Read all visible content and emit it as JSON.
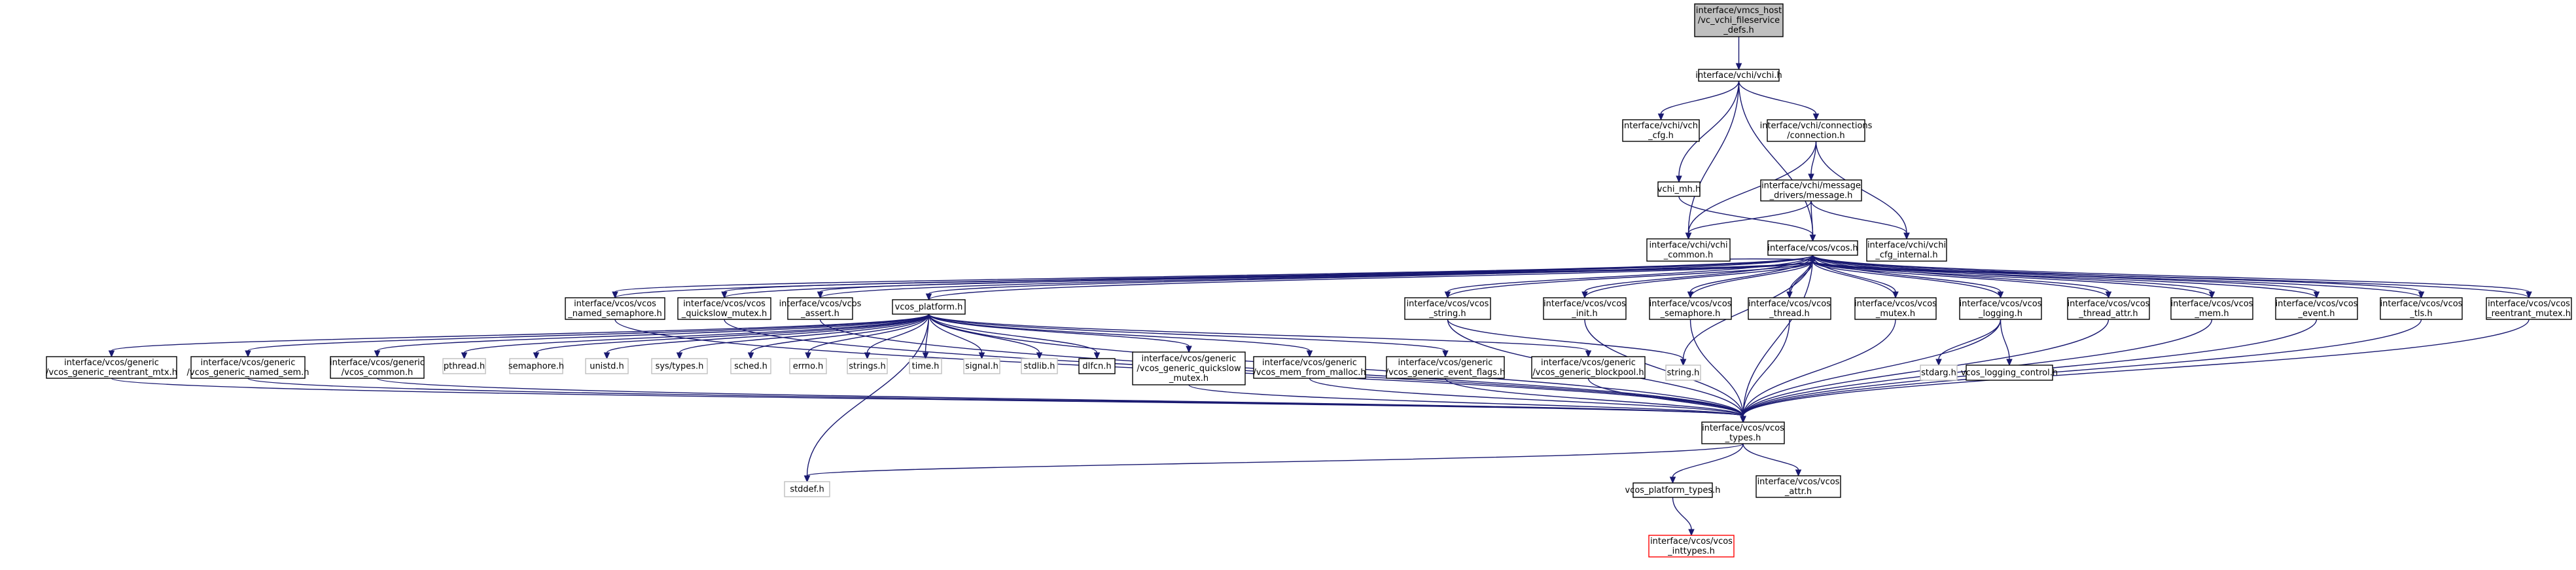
{
  "colors": {
    "edge": "#191970",
    "node_border": "#000000",
    "root_fill": "#bfbfbf",
    "missing_border": "#bfbfbf",
    "broken_border": "#ff0000",
    "node_fill": "#ffffff"
  },
  "nodes": [
    {
      "id": "root",
      "lines": [
        "interface/vmcs_host",
        "/vc_vchi_fileservice",
        "_defs.h"
      ],
      "style": "root"
    },
    {
      "id": "vchi",
      "lines": [
        "interface/vchi/vchi.h"
      ],
      "style": "normal"
    },
    {
      "id": "vchi_cfg",
      "lines": [
        "interface/vchi/vchi",
        "_cfg.h"
      ],
      "style": "normal"
    },
    {
      "id": "connection",
      "lines": [
        "interface/vchi/connections",
        "/connection.h"
      ],
      "style": "normal"
    },
    {
      "id": "message",
      "lines": [
        "interface/vchi/message",
        "_drivers/message.h"
      ],
      "style": "normal"
    },
    {
      "id": "vchi_mh",
      "lines": [
        "vchi_mh.h"
      ],
      "style": "normal"
    },
    {
      "id": "vchi_common",
      "lines": [
        "interface/vchi/vchi",
        "_common.h"
      ],
      "style": "normal"
    },
    {
      "id": "vcos",
      "lines": [
        "interface/vcos/vcos.h"
      ],
      "style": "normal"
    },
    {
      "id": "cfg_internal",
      "lines": [
        "interface/vchi/vchi",
        "_cfg_internal.h"
      ],
      "style": "normal"
    },
    {
      "id": "named_sem",
      "lines": [
        "interface/vcos/vcos",
        "_named_semaphore.h"
      ],
      "style": "normal"
    },
    {
      "id": "quickslow",
      "lines": [
        "interface/vcos/vcos",
        "_quickslow_mutex.h"
      ],
      "style": "normal"
    },
    {
      "id": "assert",
      "lines": [
        "interface/vcos/vcos",
        "_assert.h"
      ],
      "style": "normal"
    },
    {
      "id": "platform",
      "lines": [
        "vcos_platform.h"
      ],
      "style": "normal"
    },
    {
      "id": "vstring",
      "lines": [
        "interface/vcos/vcos",
        "_string.h"
      ],
      "style": "normal"
    },
    {
      "id": "init",
      "lines": [
        "interface/vcos/vcos",
        "_init.h"
      ],
      "style": "normal"
    },
    {
      "id": "semaphore",
      "lines": [
        "interface/vcos/vcos",
        "_semaphore.h"
      ],
      "style": "normal"
    },
    {
      "id": "thread",
      "lines": [
        "interface/vcos/vcos",
        "_thread.h"
      ],
      "style": "normal"
    },
    {
      "id": "mutex",
      "lines": [
        "interface/vcos/vcos",
        "_mutex.h"
      ],
      "style": "normal"
    },
    {
      "id": "logging",
      "lines": [
        "interface/vcos/vcos",
        "_logging.h"
      ],
      "style": "normal"
    },
    {
      "id": "thread_attr",
      "lines": [
        "interface/vcos/vcos",
        "_thread_attr.h"
      ],
      "style": "normal"
    },
    {
      "id": "mem",
      "lines": [
        "interface/vcos/vcos",
        "_mem.h"
      ],
      "style": "normal"
    },
    {
      "id": "event",
      "lines": [
        "interface/vcos/vcos",
        "_event.h"
      ],
      "style": "normal"
    },
    {
      "id": "tls",
      "lines": [
        "interface/vcos/vcos",
        "_tls.h"
      ],
      "style": "normal"
    },
    {
      "id": "reentrant",
      "lines": [
        "interface/vcos/vcos",
        "_reentrant_mutex.h"
      ],
      "style": "normal"
    },
    {
      "id": "gen_reentrant",
      "lines": [
        "interface/vcos/generic",
        "/vcos_generic_reentrant_mtx.h"
      ],
      "style": "normal"
    },
    {
      "id": "gen_named_sem",
      "lines": [
        "interface/vcos/generic",
        "/vcos_generic_named_sem.h"
      ],
      "style": "normal"
    },
    {
      "id": "gen_common",
      "lines": [
        "interface/vcos/generic",
        "/vcos_common.h"
      ],
      "style": "normal"
    },
    {
      "id": "pthread",
      "lines": [
        "pthread.h"
      ],
      "style": "missing"
    },
    {
      "id": "semaphore_h",
      "lines": [
        "semaphore.h"
      ],
      "style": "missing"
    },
    {
      "id": "unistd",
      "lines": [
        "unistd.h"
      ],
      "style": "missing"
    },
    {
      "id": "systypes",
      "lines": [
        "sys/types.h"
      ],
      "style": "missing"
    },
    {
      "id": "sched",
      "lines": [
        "sched.h"
      ],
      "style": "missing"
    },
    {
      "id": "errno",
      "lines": [
        "errno.h"
      ],
      "style": "missing"
    },
    {
      "id": "strings",
      "lines": [
        "strings.h"
      ],
      "style": "missing"
    },
    {
      "id": "time",
      "lines": [
        "time.h"
      ],
      "style": "missing"
    },
    {
      "id": "signal",
      "lines": [
        "signal.h"
      ],
      "style": "missing"
    },
    {
      "id": "stdlib",
      "lines": [
        "stdlib.h"
      ],
      "style": "missing"
    },
    {
      "id": "dlfcn",
      "lines": [
        "dlfcn.h"
      ],
      "style": "normal"
    },
    {
      "id": "gen_quickslow",
      "lines": [
        "interface/vcos/generic",
        "/vcos_generic_quickslow",
        "_mutex.h"
      ],
      "style": "normal"
    },
    {
      "id": "gen_mem_malloc",
      "lines": [
        "interface/vcos/generic",
        "/vcos_mem_from_malloc.h"
      ],
      "style": "normal"
    },
    {
      "id": "gen_event_flags",
      "lines": [
        "interface/vcos/generic",
        "/vcos_generic_event_flags.h"
      ],
      "style": "normal"
    },
    {
      "id": "gen_blockpool",
      "lines": [
        "interface/vcos/generic",
        "/vcos_generic_blockpool.h"
      ],
      "style": "normal"
    },
    {
      "id": "string_h",
      "lines": [
        "string.h"
      ],
      "style": "missing"
    },
    {
      "id": "stdarg",
      "lines": [
        "stdarg.h"
      ],
      "style": "missing"
    },
    {
      "id": "log_control",
      "lines": [
        "vcos_logging_control.h"
      ],
      "style": "normal"
    },
    {
      "id": "vcos_types",
      "lines": [
        "interface/vcos/vcos",
        "_types.h"
      ],
      "style": "normal"
    },
    {
      "id": "stddef",
      "lines": [
        "stddef.h"
      ],
      "style": "missing"
    },
    {
      "id": "platform_types",
      "lines": [
        "vcos_platform_types.h"
      ],
      "style": "normal"
    },
    {
      "id": "attr",
      "lines": [
        "interface/vcos/vcos",
        "_attr.h"
      ],
      "style": "normal"
    },
    {
      "id": "inttypes",
      "lines": [
        "interface/vcos/vcos",
        "_inttypes.h"
      ],
      "style": "broken"
    }
  ],
  "edges": [
    [
      "root",
      "vchi"
    ],
    [
      "vchi",
      "vchi_cfg"
    ],
    [
      "vchi",
      "connection"
    ],
    [
      "vchi",
      "vchi_mh"
    ],
    [
      "vchi",
      "vchi_common"
    ],
    [
      "vchi",
      "vcos"
    ],
    [
      "connection",
      "message"
    ],
    [
      "connection",
      "vchi_common"
    ],
    [
      "connection",
      "cfg_internal"
    ],
    [
      "message",
      "vchi_common"
    ],
    [
      "message",
      "vcos"
    ],
    [
      "message",
      "cfg_internal"
    ],
    [
      "vchi_mh",
      "vcos"
    ],
    [
      "vchi_common",
      "vcos"
    ],
    [
      "vcos",
      "named_sem"
    ],
    [
      "vcos",
      "quickslow"
    ],
    [
      "vcos",
      "assert"
    ],
    [
      "vcos",
      "platform"
    ],
    [
      "vcos",
      "vstring"
    ],
    [
      "vcos",
      "init"
    ],
    [
      "vcos",
      "semaphore"
    ],
    [
      "vcos",
      "thread"
    ],
    [
      "vcos",
      "mutex"
    ],
    [
      "vcos",
      "logging"
    ],
    [
      "vcos",
      "thread_attr"
    ],
    [
      "vcos",
      "mem"
    ],
    [
      "vcos",
      "event"
    ],
    [
      "vcos",
      "tls"
    ],
    [
      "vcos",
      "reentrant"
    ],
    [
      "vcos",
      "string_h"
    ],
    [
      "vcos",
      "vcos_types"
    ],
    [
      "named_sem",
      "vcos"
    ],
    [
      "quickslow",
      "vcos"
    ],
    [
      "assert",
      "vcos"
    ],
    [
      "platform",
      "vcos"
    ],
    [
      "vstring",
      "vcos"
    ],
    [
      "init",
      "vcos"
    ],
    [
      "semaphore",
      "vcos"
    ],
    [
      "thread",
      "vcos"
    ],
    [
      "mutex",
      "vcos"
    ],
    [
      "logging",
      "vcos"
    ],
    [
      "thread_attr",
      "vcos"
    ],
    [
      "mem",
      "vcos"
    ],
    [
      "event",
      "vcos"
    ],
    [
      "tls",
      "vcos"
    ],
    [
      "reentrant",
      "vcos"
    ],
    [
      "named_sem",
      "vcos_types"
    ],
    [
      "quickslow",
      "vcos_types"
    ],
    [
      "assert",
      "vcos_types"
    ],
    [
      "platform",
      "gen_reentrant"
    ],
    [
      "platform",
      "gen_named_sem"
    ],
    [
      "platform",
      "gen_common"
    ],
    [
      "platform",
      "pthread"
    ],
    [
      "platform",
      "semaphore_h"
    ],
    [
      "platform",
      "unistd"
    ],
    [
      "platform",
      "systypes"
    ],
    [
      "platform",
      "sched"
    ],
    [
      "platform",
      "errno"
    ],
    [
      "platform",
      "strings"
    ],
    [
      "platform",
      "time"
    ],
    [
      "platform",
      "signal"
    ],
    [
      "platform",
      "stdlib"
    ],
    [
      "platform",
      "dlfcn"
    ],
    [
      "platform",
      "gen_quickslow"
    ],
    [
      "platform",
      "gen_mem_malloc"
    ],
    [
      "platform",
      "gen_event_flags"
    ],
    [
      "platform",
      "gen_blockpool"
    ],
    [
      "platform",
      "vcos_types"
    ],
    [
      "platform",
      "stddef"
    ],
    [
      "gen_reentrant",
      "vcos_types"
    ],
    [
      "gen_named_sem",
      "vcos_types"
    ],
    [
      "gen_common",
      "vcos_types"
    ],
    [
      "gen_quickslow",
      "vcos_types"
    ],
    [
      "gen_mem_malloc",
      "vcos_types"
    ],
    [
      "gen_event_flags",
      "vcos_types"
    ],
    [
      "gen_blockpool",
      "vcos_types"
    ],
    [
      "vstring",
      "string_h"
    ],
    [
      "vstring",
      "vcos_types"
    ],
    [
      "init",
      "vcos_types"
    ],
    [
      "semaphore",
      "vcos_types"
    ],
    [
      "thread",
      "vcos_types"
    ],
    [
      "mutex",
      "vcos_types"
    ],
    [
      "logging",
      "stdarg"
    ],
    [
      "logging",
      "log_control"
    ],
    [
      "logging",
      "vcos_types"
    ],
    [
      "thread_attr",
      "vcos_types"
    ],
    [
      "mem",
      "vcos_types"
    ],
    [
      "event",
      "vcos_types"
    ],
    [
      "tls",
      "vcos_types"
    ],
    [
      "reentrant",
      "vcos_types"
    ],
    [
      "vcos_types",
      "stddef"
    ],
    [
      "vcos_types",
      "platform_types"
    ],
    [
      "vcos_types",
      "attr"
    ],
    [
      "platform_types",
      "inttypes"
    ]
  ]
}
